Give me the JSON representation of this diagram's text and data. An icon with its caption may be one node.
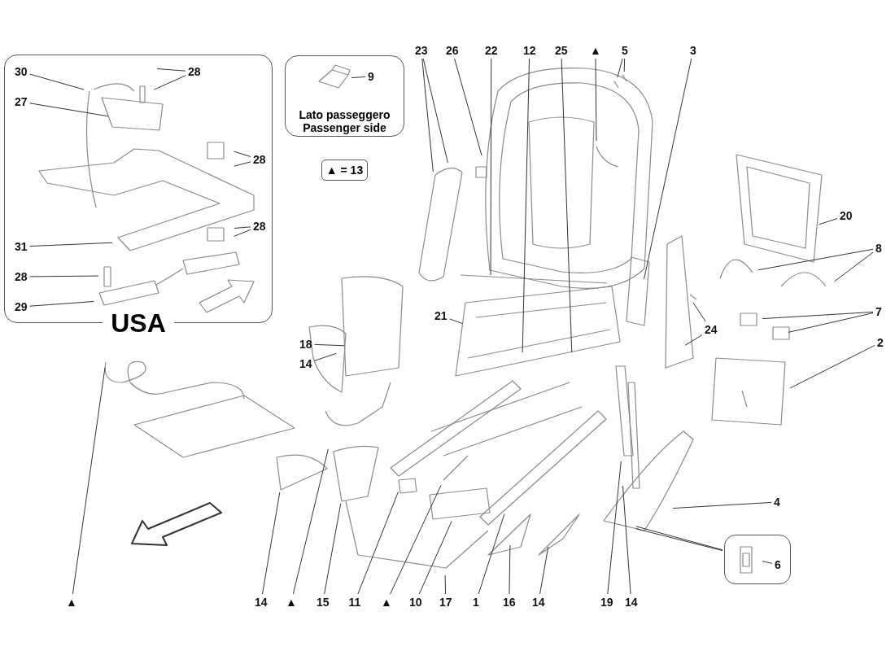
{
  "diagram": {
    "nodes": [
      {
        "text": [
          "USA"
        ]
      },
      {
        "text": [
          "30"
        ],
        "in": 0
      },
      {
        "text": [
          "28"
        ],
        "in": 0
      },
      {
        "text": [
          "27"
        ],
        "in": 0
      },
      {
        "text": [
          "28"
        ],
        "in": 0
      },
      {
        "text": [
          "28"
        ],
        "in": 0
      },
      {
        "text": [
          "31"
        ],
        "in": 0
      },
      {
        "text": [
          "28"
        ],
        "in": 0
      },
      {
        "text": [
          "29"
        ],
        "in": 0
      },
      {
        "text": [
          "Lato passeggero",
          "Passenger side"
        ]
      },
      {
        "text": [
          "9"
        ],
        "in": 9
      },
      {
        "text": [
          "▲ = 13"
        ]
      },
      {
        "text": [
          "23"
        ]
      },
      {
        "text": [
          "26"
        ]
      },
      {
        "text": [
          "22"
        ]
      },
      {
        "text": [
          "12"
        ]
      },
      {
        "text": [
          "25"
        ]
      },
      {
        "text": [
          "▲"
        ]
      },
      {
        "text": [
          "5"
        ]
      },
      {
        "text": [
          "3"
        ]
      },
      {
        "text": [
          "20"
        ]
      },
      {
        "text": [
          "8"
        ]
      },
      {
        "text": [
          "7"
        ]
      },
      {
        "text": [
          "21"
        ]
      },
      {
        "text": [
          "24"
        ]
      },
      {
        "text": [
          "2"
        ]
      },
      {
        "text": [
          "18"
        ]
      },
      {
        "text": [
          "14"
        ]
      },
      {
        "text": [
          "4"
        ]
      },
      {
        "text": [],
        "shape": "box"
      },
      {
        "text": [
          "6"
        ],
        "in": 29
      },
      {
        "text": [
          "▲"
        ]
      },
      {
        "text": [
          "14"
        ]
      },
      {
        "text": [
          "▲"
        ]
      },
      {
        "text": [
          "15"
        ]
      },
      {
        "text": [
          "11"
        ]
      },
      {
        "text": [
          "▲"
        ]
      },
      {
        "text": [
          "10"
        ]
      },
      {
        "text": [
          "17"
        ]
      },
      {
        "text": [
          "1"
        ]
      },
      {
        "text": [
          "16"
        ]
      },
      {
        "text": [
          "14"
        ]
      },
      {
        "text": [
          "19"
        ]
      },
      {
        "text": [
          "14"
        ]
      }
    ],
    "edges": [
      {
        "from": 1,
        "to": null,
        "arrow": "none"
      },
      {
        "from": 2,
        "to": null,
        "arrow": "none"
      },
      {
        "from": 2,
        "to": null,
        "arrow": "none"
      },
      {
        "from": 3,
        "to": null,
        "arrow": "none"
      },
      {
        "from": 4,
        "to": null,
        "arrow": "none"
      },
      {
        "from": 4,
        "to": null,
        "arrow": "none"
      },
      {
        "from": 5,
        "to": null,
        "arrow": "none"
      },
      {
        "from": 5,
        "to": null,
        "arrow": "none"
      },
      {
        "from": 6,
        "to": null,
        "arrow": "none"
      },
      {
        "from": 7,
        "to": null,
        "arrow": "none"
      },
      {
        "from": 8,
        "to": null,
        "arrow": "none"
      },
      {
        "from": 10,
        "to": null,
        "arrow": "none"
      },
      {
        "from": 12,
        "to": null,
        "arrow": "none"
      },
      {
        "from": 12,
        "to": null,
        "arrow": "none"
      },
      {
        "from": 13,
        "to": null,
        "arrow": "none"
      },
      {
        "from": 14,
        "to": null,
        "arrow": "none"
      },
      {
        "from": 15,
        "to": null,
        "arrow": "none"
      },
      {
        "from": 16,
        "to": null,
        "arrow": "none"
      },
      {
        "from": 17,
        "to": null,
        "arrow": "none"
      },
      {
        "from": 18,
        "to": null,
        "arrow": "none"
      },
      {
        "from": 18,
        "to": null,
        "arrow": "none"
      },
      {
        "from": 19,
        "to": null,
        "arrow": "none"
      },
      {
        "from": 20,
        "to": null,
        "arrow": "none"
      },
      {
        "from": 21,
        "to": null,
        "arrow": "none"
      },
      {
        "from": 21,
        "to": null,
        "arrow": "none"
      },
      {
        "from": 22,
        "to": null,
        "arrow": "none"
      },
      {
        "from": 22,
        "to": null,
        "arrow": "none"
      },
      {
        "from": 23,
        "to": null,
        "arrow": "none"
      },
      {
        "from": 24,
        "to": null,
        "arrow": "none"
      },
      {
        "from": 24,
        "to": null,
        "arrow": "none"
      },
      {
        "from": 25,
        "to": null,
        "arrow": "none"
      },
      {
        "from": 26,
        "to": null,
        "arrow": "none"
      },
      {
        "from": 27,
        "to": null,
        "arrow": "none"
      },
      {
        "from": 28,
        "to": null,
        "arrow": "none"
      },
      {
        "from": 30,
        "to": null,
        "arrow": "none"
      },
      {
        "from": null,
        "to": 29,
        "arrow": "none"
      },
      {
        "from": null,
        "to": 29,
        "arrow": "none"
      },
      {
        "from": 31,
        "to": null,
        "arrow": "none"
      },
      {
        "from": 32,
        "to": null,
        "arrow": "none"
      },
      {
        "from": 33,
        "to": null,
        "arrow": "none"
      },
      {
        "from": 34,
        "to": null,
        "arrow": "none"
      },
      {
        "from": 35,
        "to": null,
        "arrow": "none"
      },
      {
        "from": 36,
        "to": null,
        "arrow": "none"
      },
      {
        "from": 37,
        "to": null,
        "arrow": "none"
      },
      {
        "from": 38,
        "to": null,
        "arrow": "none"
      },
      {
        "from": 39,
        "to": null,
        "arrow": "none"
      },
      {
        "from": 40,
        "to": null,
        "arrow": "none"
      },
      {
        "from": 41,
        "to": null,
        "arrow": "none"
      },
      {
        "from": 42,
        "to": null,
        "arrow": "none"
      },
      {
        "from": 43,
        "to": null,
        "arrow": "none"
      }
    ]
  }
}
